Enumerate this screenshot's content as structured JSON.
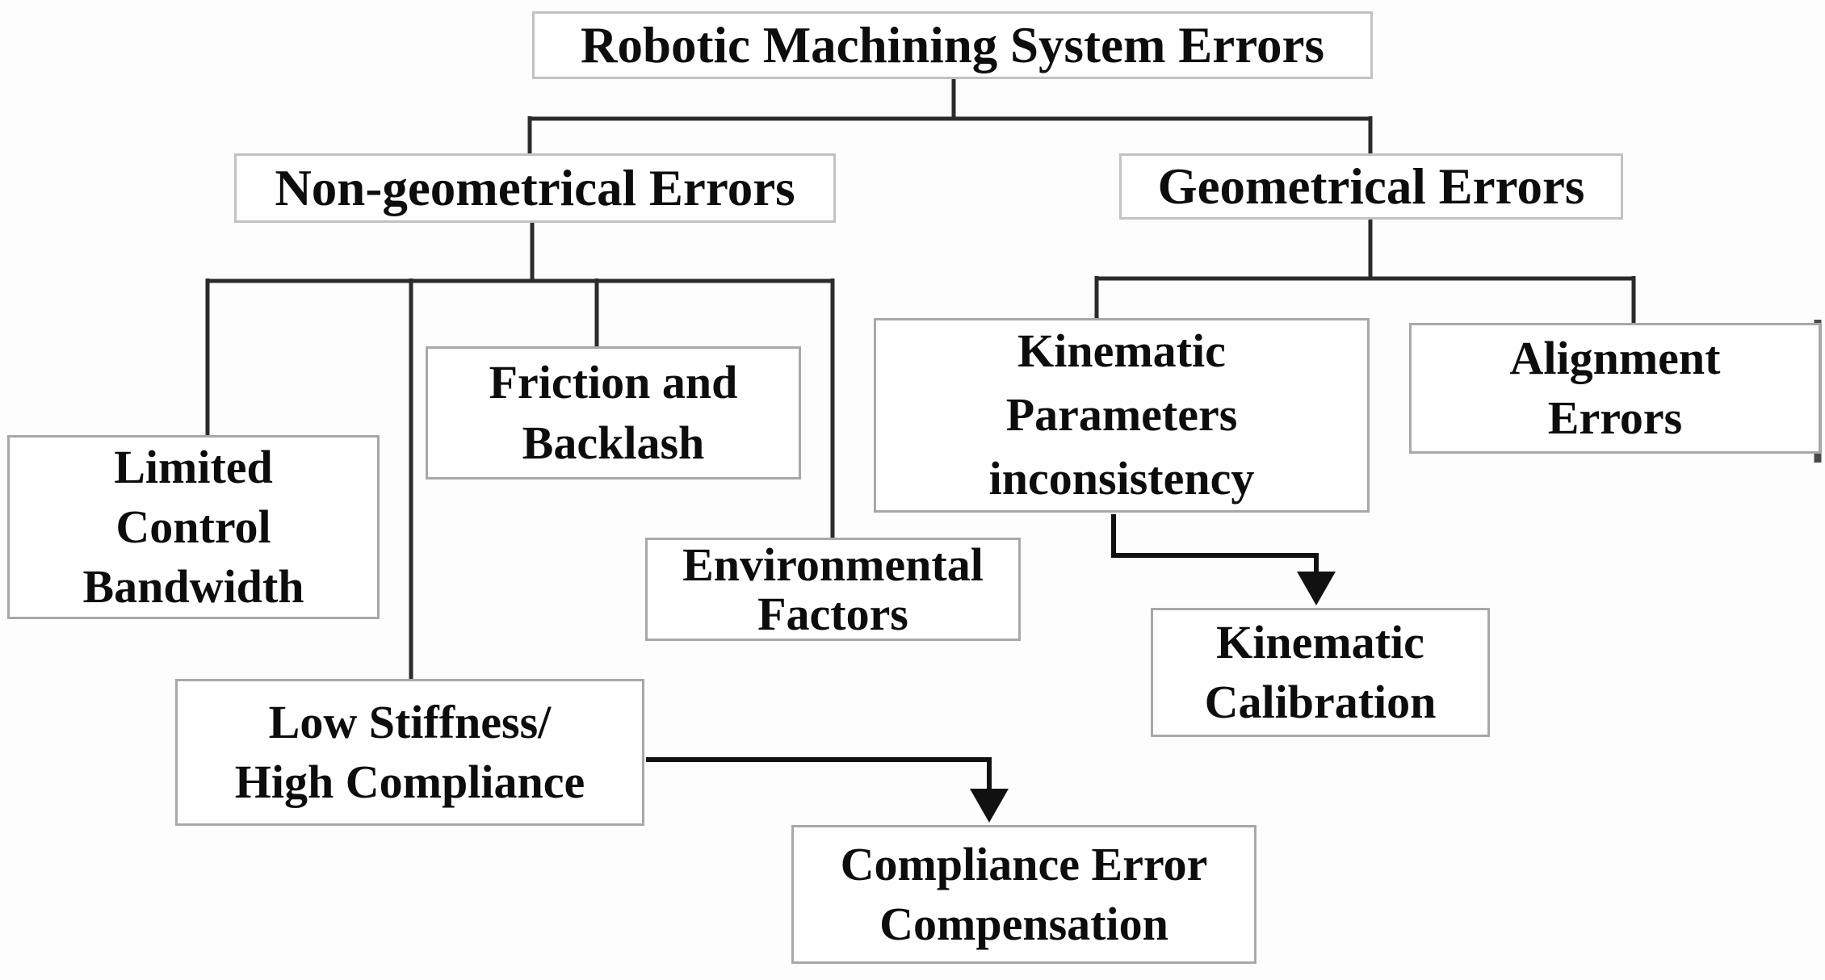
{
  "diagram": {
    "type": "flowchart-tree",
    "nodes": {
      "title": {
        "label": "Robotic Machining System Errors"
      },
      "nongeo": {
        "label": "Non-geometrical Errors"
      },
      "geo": {
        "label": "Geometrical Errors"
      },
      "limited": {
        "label": "Limited\nControl\nBandwidth"
      },
      "friction": {
        "label": "Friction and\nBacklash"
      },
      "environ": {
        "label": "Environmental\nFactors"
      },
      "lowstiff": {
        "label": "Low Stiffness/\nHigh Compliance"
      },
      "compliance": {
        "label": "Compliance Error\nCompensation"
      },
      "kinparam": {
        "label": "Kinematic\nParameters\ninconsistency"
      },
      "alignment": {
        "label": "Alignment\nErrors"
      },
      "kincal": {
        "label": "Kinematic\nCalibration"
      }
    },
    "edges": [
      {
        "from": "title",
        "to": "nongeo",
        "arrow": false
      },
      {
        "from": "title",
        "to": "geo",
        "arrow": false
      },
      {
        "from": "nongeo",
        "to": "limited",
        "arrow": false
      },
      {
        "from": "nongeo",
        "to": "lowstiff",
        "arrow": false
      },
      {
        "from": "nongeo",
        "to": "friction",
        "arrow": false
      },
      {
        "from": "nongeo",
        "to": "environ",
        "arrow": false
      },
      {
        "from": "geo",
        "to": "kinparam",
        "arrow": false
      },
      {
        "from": "geo",
        "to": "alignment",
        "arrow": false
      },
      {
        "from": "kinparam",
        "to": "kincal",
        "arrow": true
      },
      {
        "from": "lowstiff",
        "to": "compliance",
        "arrow": true
      }
    ],
    "colors": {
      "connector": "#2b2b2b",
      "arrow": "#111111",
      "box_border": "#b0b0b0",
      "text": "#0d0d0d",
      "background": "#fdfdfd"
    }
  }
}
